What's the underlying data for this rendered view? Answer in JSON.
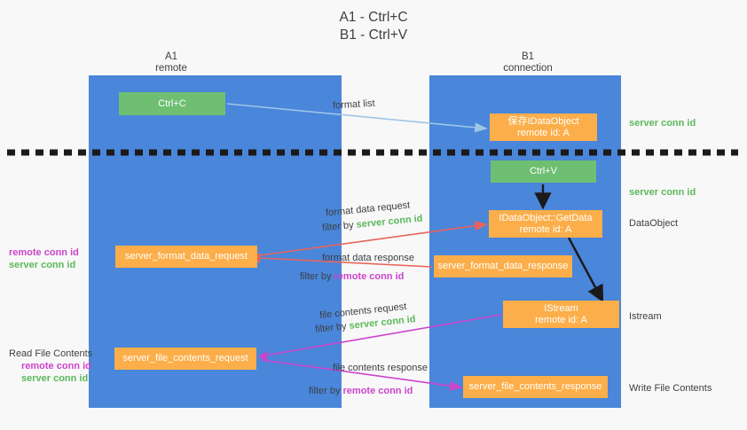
{
  "title": {
    "line1": "A1 - Ctrl+C",
    "line2": "B1 - Ctrl+V"
  },
  "columns": {
    "a1": {
      "name": "A1",
      "role": "remote"
    },
    "b1": {
      "name": "B1",
      "role": "connection"
    }
  },
  "boxes": {
    "ctrl_c": {
      "label": "Ctrl+C",
      "color": "#6fbf73"
    },
    "object_data": {
      "line1": "保存IDataObject",
      "line2": "remote id: A",
      "color": "#fbae49"
    },
    "ctrl_v": {
      "label": "Ctrl+V",
      "color": "#6fbf73"
    },
    "get_data": {
      "line1": "IDataObject::GetData",
      "line2": "remote id: A",
      "color": "#fbae49"
    },
    "format_data_request": {
      "label": "server_format_data_request",
      "color": "#fbae49"
    },
    "format_data_response": {
      "label": "server_format_data_response",
      "color": "#fbae49"
    },
    "istream": {
      "line1": "IStream",
      "line2": "remote id: A",
      "color": "#fbae49"
    },
    "file_contents_request": {
      "label": "server_file_contents_request",
      "color": "#fbae49"
    },
    "file_contents_response": {
      "label": "server_file_contents_response",
      "color": "#fbae49"
    }
  },
  "arrow_labels": {
    "format_list": "format list",
    "format_data_request": "format data request",
    "format_data_request_filter_prefix": "filter by ",
    "format_data_request_filter_value": "server conn id",
    "format_data_response": "format data response",
    "format_data_response_filter_prefix": "filter by ",
    "format_data_response_filter_value": "remote conn id",
    "file_contents_request": "file contents request",
    "file_contents_request_filter_prefix": "filter by ",
    "file_contents_request_filter_value": "server conn id",
    "file_contents_response": "file contents response",
    "file_contents_response_filter_prefix": "filter by ",
    "file_contents_response_filter_value": "remote conn id"
  },
  "right_labels": {
    "server_conn_id_top": "server conn id",
    "server_conn_id_mid": "server conn id",
    "data_object": "DataObject",
    "istream": "Istream",
    "write_file_contents": "Write File Contents"
  },
  "left_labels": {
    "read_file_contents": "Read File Contents",
    "remote_conn_id_1": "remote conn id",
    "server_conn_id_1": "server conn id",
    "remote_conn_id_2": "remote conn id",
    "server_conn_id_2": "server conn id"
  },
  "colors": {
    "column_blue": "#4a86da",
    "box_green": "#6fbf73",
    "box_orange": "#fbae49",
    "accent_green_text": "#5cb85c",
    "accent_purple_text": "#cc44cc",
    "arrow_red": "#e8645a",
    "arrow_magenta": "#cc44cc",
    "arrow_lightblue": "#9fc5e8",
    "arrow_black": "#1a1a1a",
    "background": "#f8f8f8"
  }
}
